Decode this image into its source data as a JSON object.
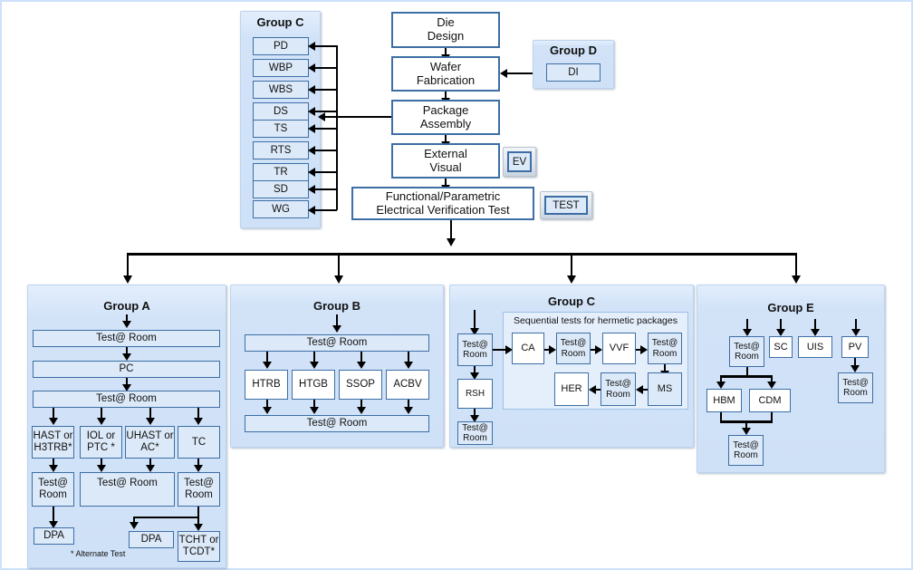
{
  "diagram": {
    "title_hidden": "",
    "colors": {
      "box_border": "#3d6ea5",
      "box_fill": "#dce9f8",
      "panel_fill": "#cfe1f7",
      "connector": "#000000",
      "page_border": "#cfe0fb"
    }
  },
  "top_flow": {
    "die_design": "Die\nDesign",
    "die_design_l1": "Die",
    "die_design_l2": "Design",
    "wafer_fab_l1": "Wafer",
    "wafer_fab_l2": "Fabrication",
    "package_assembly_l1": "Package",
    "package_assembly_l2": "Assembly",
    "external_visual_l1": "External",
    "external_visual_l2": "Visual",
    "functional_l1": "Functional/Parametric",
    "functional_l2": "Electrical Verification Test",
    "ev_tag": "EV",
    "test_tag": "TEST"
  },
  "group_c_top": {
    "title": "Group C",
    "items": [
      {
        "label": "PD"
      },
      {
        "label": "WBP"
      },
      {
        "label": "WBS"
      },
      {
        "label": "DS"
      },
      {
        "label": "TS"
      },
      {
        "label": "RTS"
      },
      {
        "label": "TR"
      },
      {
        "label": "SD"
      },
      {
        "label": "WG"
      }
    ]
  },
  "group_d": {
    "title": "Group D",
    "items": [
      {
        "label": "DI"
      }
    ]
  },
  "group_a": {
    "title": "Group A",
    "test_room_1": "Test@ Room",
    "pc": "PC",
    "test_room_2": "Test@ Room",
    "stress": [
      {
        "l1": "HAST or",
        "l2": "H3TRB*"
      },
      {
        "l1": "IOL or",
        "l2": "PTC *"
      },
      {
        "l1": "UHAST or",
        "l2": "AC*"
      },
      {
        "l1": "TC",
        "l2": ""
      }
    ],
    "test_room_3_l1": "Test@",
    "test_room_3_l2": "Room",
    "test_room_wide": "Test@ Room",
    "test_room_4_l1": "Test@",
    "test_room_4_l2": "Room",
    "dpa_left": "DPA",
    "dpa_mid": "DPA",
    "tcht_l1": "TCHT or",
    "tcht_l2": "TCDT*",
    "footnote": "* Alternate Test"
  },
  "group_b": {
    "title": "Group B",
    "test_room_top": "Test@ Room",
    "tests": [
      {
        "label": "HTRB"
      },
      {
        "label": "HTGB"
      },
      {
        "label": "SSOP"
      },
      {
        "label": "ACBV"
      }
    ],
    "test_room_bottom": "Test@ Room"
  },
  "group_c_bottom": {
    "title": "Group C",
    "subpanel_title": "Sequential tests for hermetic packages",
    "left_col": [
      {
        "l1": "Test@",
        "l2": "Room"
      },
      {
        "l1": "RSH",
        "l2": ""
      },
      {
        "l1": "Test@",
        "l2": "Room"
      }
    ],
    "seq_row1": [
      {
        "l1": "CA",
        "l2": ""
      },
      {
        "l1": "Test@",
        "l2": "Room"
      },
      {
        "l1": "VVF",
        "l2": ""
      },
      {
        "l1": "Test@",
        "l2": "Room"
      }
    ],
    "seq_row2": [
      {
        "l1": "HER",
        "l2": ""
      },
      {
        "l1": "Test@",
        "l2": "Room"
      },
      {
        "l1": "MS",
        "l2": ""
      }
    ]
  },
  "group_e": {
    "title": "Group E",
    "top_row": [
      {
        "l1": "Test@",
        "l2": "Room"
      },
      {
        "l1": "SC",
        "l2": ""
      },
      {
        "l1": "UIS",
        "l2": ""
      },
      {
        "l1": "PV",
        "l2": ""
      }
    ],
    "esd": [
      {
        "label": "HBM"
      },
      {
        "label": "CDM"
      }
    ],
    "esd_result_l1": "Test@",
    "esd_result_l2": "Room",
    "pv_result_l1": "Test@",
    "pv_result_l2": "Room"
  }
}
